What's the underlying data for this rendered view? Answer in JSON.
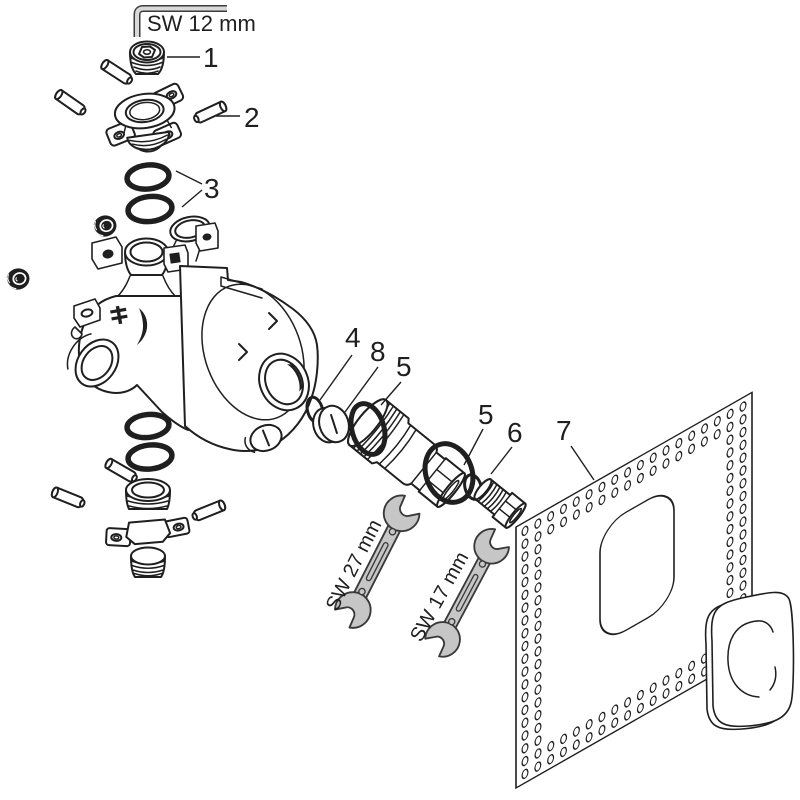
{
  "diagram": {
    "type": "exploded-parts-diagram",
    "background": "#ffffff",
    "line_color": "#1f1f1f",
    "tool_fill": "#c6c6c6",
    "tool_stroke": "#3a3a3a",
    "tools": {
      "hex_key_label": "SW 12 mm",
      "wrench_large_label": "SW 27 mm",
      "wrench_small_label": "SW 17 mm"
    },
    "callouts": [
      {
        "number": "1"
      },
      {
        "number": "2"
      },
      {
        "number": "3"
      },
      {
        "number": "4"
      },
      {
        "number": "5"
      },
      {
        "number": "5"
      },
      {
        "number": "6"
      },
      {
        "number": "7"
      },
      {
        "number": "8"
      }
    ]
  }
}
